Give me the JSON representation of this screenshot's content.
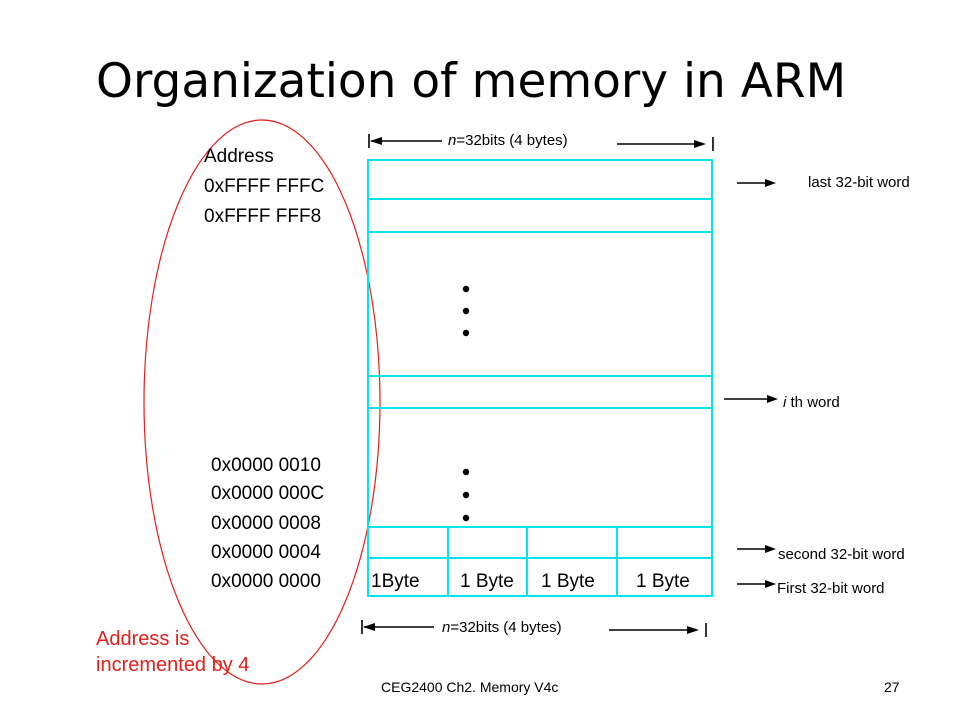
{
  "title": "Organization of memory in ARM",
  "address_header": "Address",
  "addresses_top": [
    "0xFFFF FFFC",
    "0xFFFF FFF8"
  ],
  "addresses_bottom": [
    "0x0000 0010",
    "0x0000 000C",
    "0x0000 0008",
    "0x0000 0004",
    "0x0000 0000"
  ],
  "word_width_label_n": "n",
  "word_width_label_rest": "=32bits (4 bytes)",
  "byte_labels": [
    "1Byte",
    "1 Byte",
    "1 Byte",
    "1 Byte"
  ],
  "word_labels": {
    "last": "last 32-bit word",
    "ith_prefix": "i",
    "ith_rest": " th word",
    "second": "second 32-bit word",
    "first": "First 32-bit  word"
  },
  "note_lines": [
    "Address is",
    "incremented by 4"
  ],
  "footer": "CEG2400 Ch2. Memory V4c",
  "page_number": "27",
  "colors": {
    "memory_outline": "#00e5ee",
    "note": "#e0201b",
    "ellipse": "#e0201b"
  }
}
